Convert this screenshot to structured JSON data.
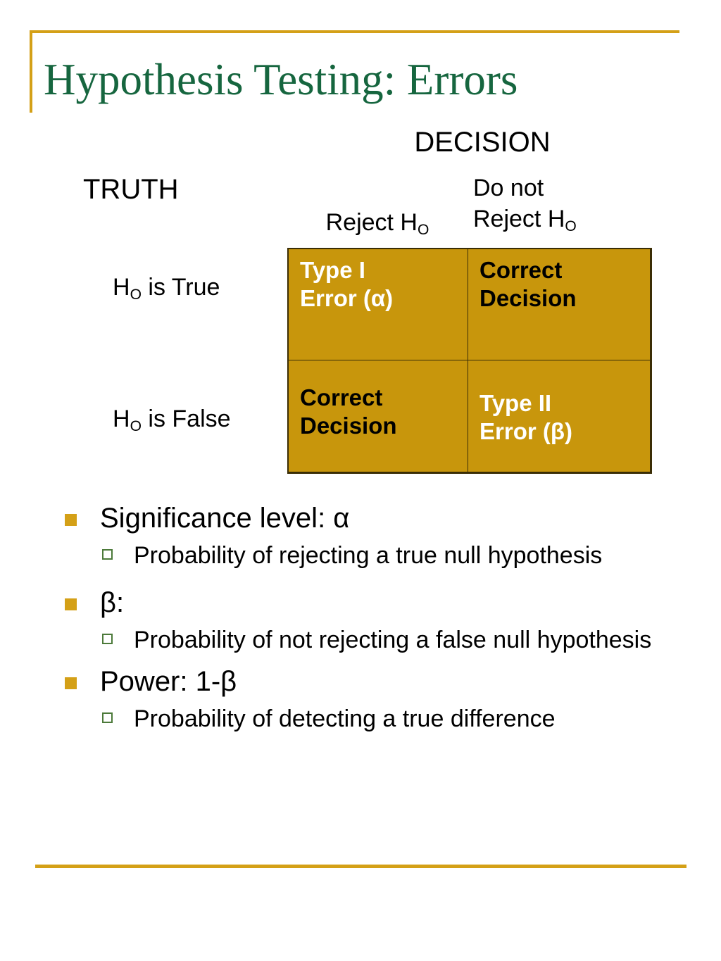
{
  "slide": {
    "title": "Hypothesis Testing: Errors",
    "accent_color": "#D4A017",
    "title_color": "#16663F",
    "matrix_fill_color": "#C8960C"
  },
  "matrix": {
    "decision_header": "DECISION",
    "truth_header": "TRUTH",
    "column_headers": [
      {
        "line1": "Reject H",
        "sub1": "O",
        "line2": "",
        "sub2": ""
      },
      {
        "line1": "Do not",
        "sub1": "",
        "line2": "Reject H",
        "sub2": "O"
      }
    ],
    "row_headers": [
      {
        "pre": "H",
        "sub": "O",
        "post": " is True"
      },
      {
        "pre": "H",
        "sub": "O",
        "post": " is False"
      }
    ],
    "cells": [
      {
        "line1": "Type I",
        "line2": "Error (α)",
        "text_color": "white"
      },
      {
        "line1": "Correct",
        "line2": "Decision",
        "text_color": "black"
      },
      {
        "line1": "Correct",
        "line2": "Decision",
        "text_color": "black"
      },
      {
        "line1": "Type II",
        "line2": "Error (β)",
        "text_color": "white"
      }
    ]
  },
  "bullets": [
    {
      "level1": "Significance level: α",
      "level2": "Probability of rejecting a true null hypothesis"
    },
    {
      "level1": "β:",
      "level2": "Probability of not rejecting a false null hypothesis"
    },
    {
      "level1": "Power: 1-β",
      "level2": "Probability of detecting a true difference"
    }
  ]
}
